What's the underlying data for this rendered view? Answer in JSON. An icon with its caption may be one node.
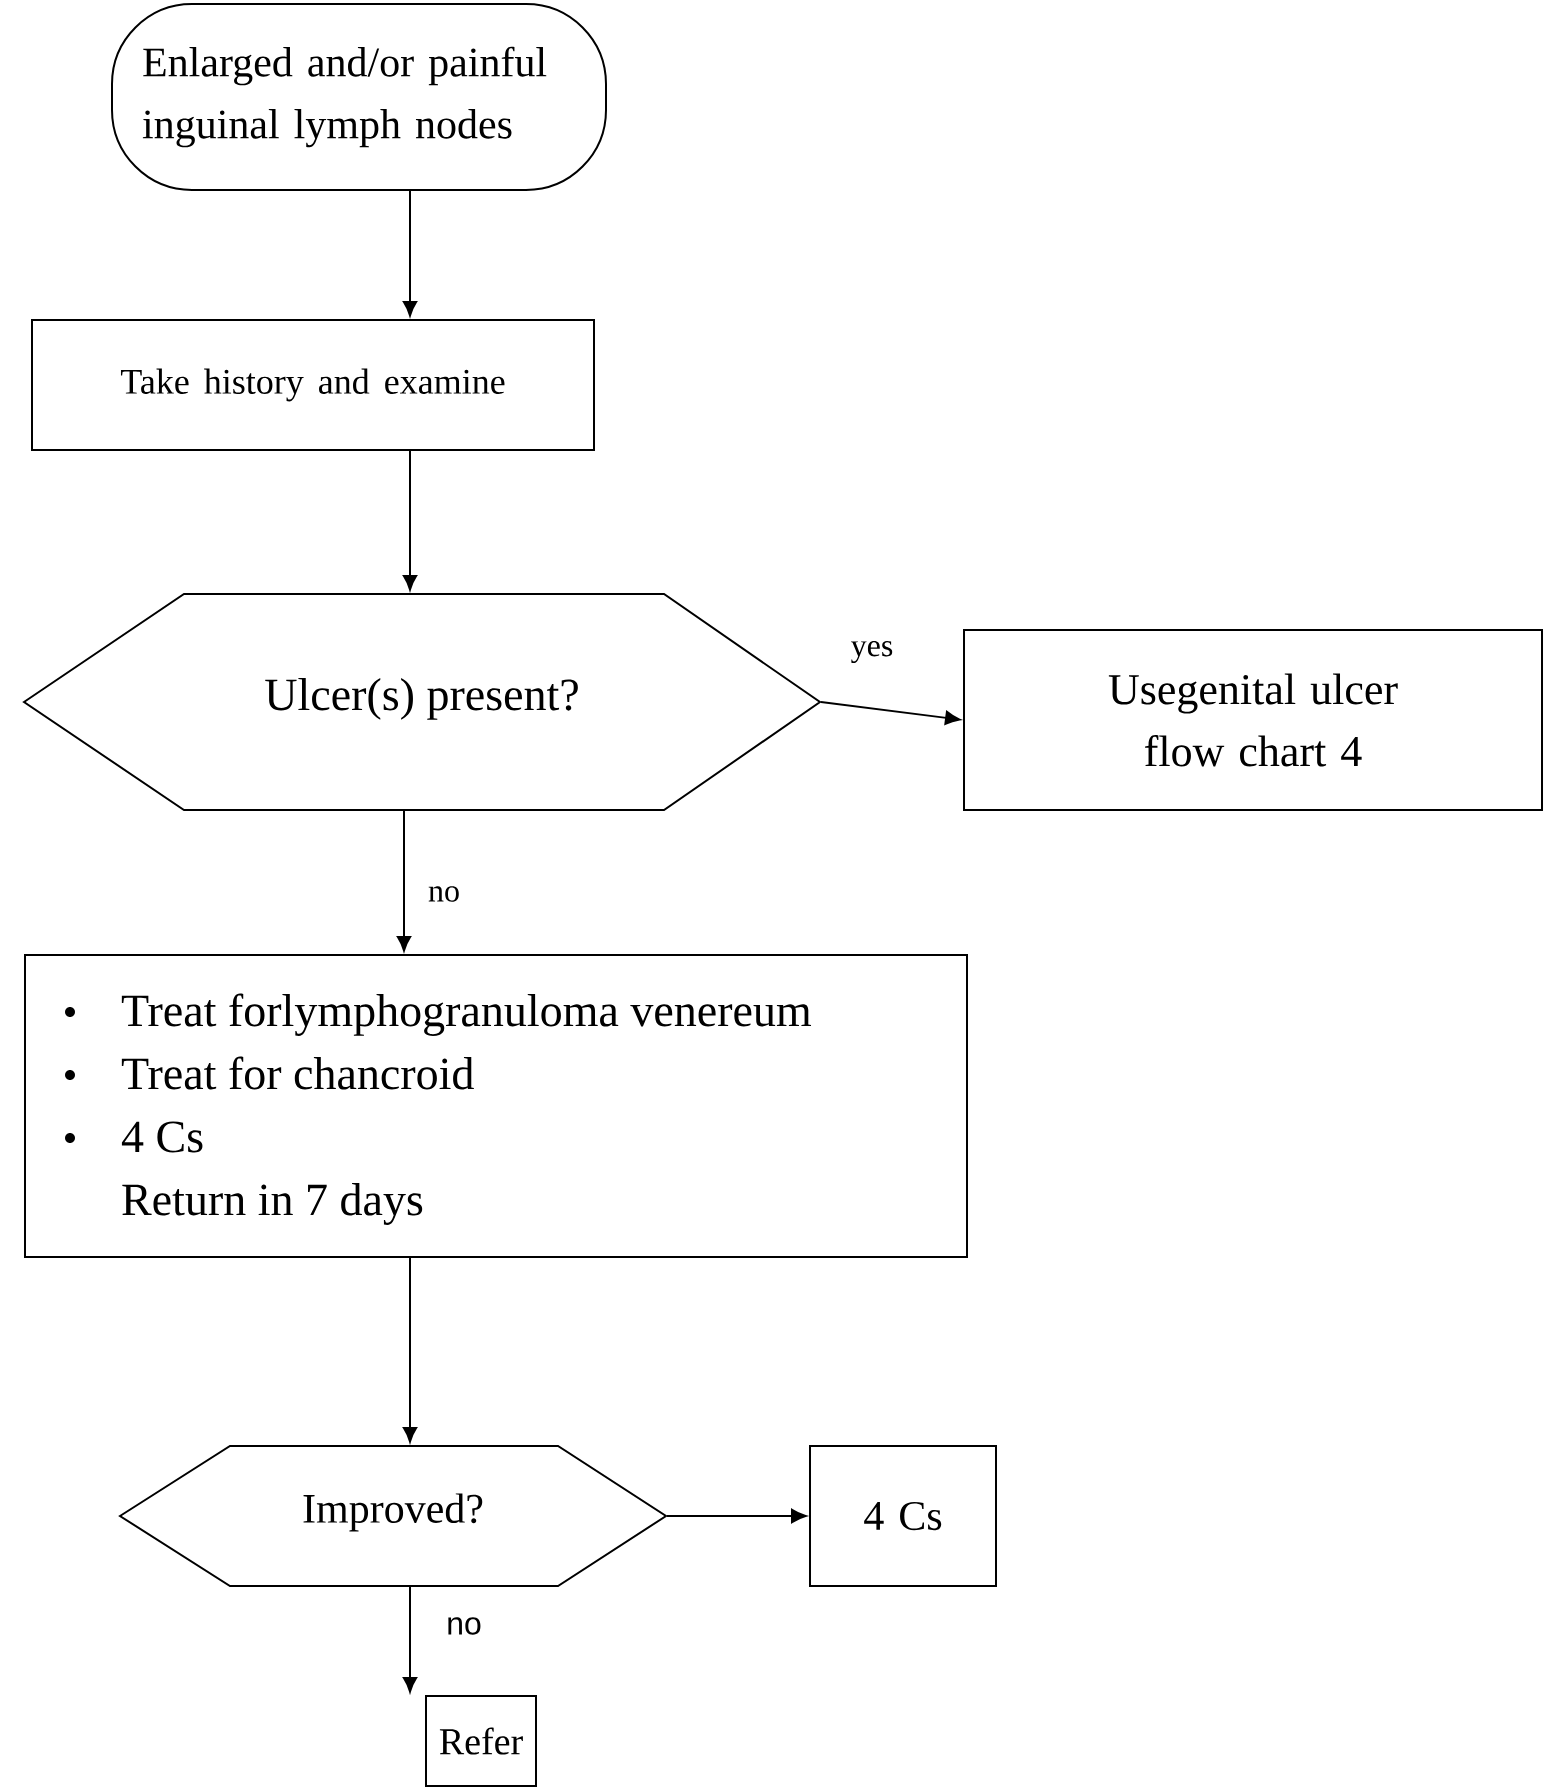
{
  "diagram": {
    "nodes": [
      {
        "text": [
          "Enlarged and/or painful inguinal lymph nodes"
        ]
      },
      {
        "text": [
          "Take history and examine"
        ]
      },
      {
        "text": [
          "Ulcer(s) present?"
        ]
      },
      {
        "text": [
          "Usegenital ulcer flow chart 4"
        ]
      },
      {
        "text": [
          "Treat forlymphogranuloma venereum",
          "Treat for chancroid",
          "4 Cs",
          "Return in 7 days"
        ]
      },
      {
        "text": [
          "Improved?"
        ]
      },
      {
        "text": [
          "4 Cs"
        ]
      },
      {
        "text": [
          "Refer"
        ]
      }
    ],
    "edges": [
      {
        "from": 0,
        "to": 1,
        "arrow": "to"
      },
      {
        "from": 1,
        "to": 2,
        "arrow": "to"
      },
      {
        "from": 2,
        "to": 3,
        "arrow": "to",
        "label": "yes"
      },
      {
        "from": 2,
        "to": 4,
        "arrow": "to",
        "label": "no"
      },
      {
        "from": 4,
        "to": 5,
        "arrow": "to"
      },
      {
        "from": 5,
        "to": 6,
        "arrow": "to"
      },
      {
        "from": 5,
        "to": 7,
        "arrow": "to",
        "label": "no"
      }
    ]
  }
}
